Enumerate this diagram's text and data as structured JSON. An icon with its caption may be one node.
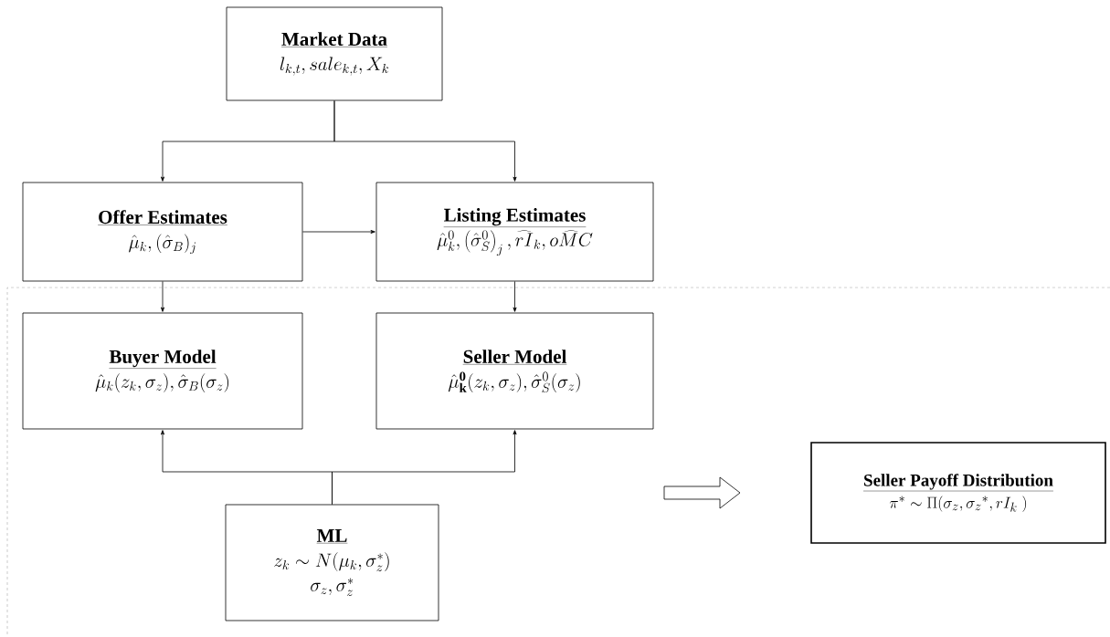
{
  "diagram": {
    "nodes": [
      {
        "text": [
          "Market Data",
          "l_{k,t}, sale_{k,t}, X_k"
        ]
      },
      {
        "text": [
          "Offer Estimates",
          "\\hat{\\mu}_k, (\\hat{\\sigma}_B)_j"
        ]
      },
      {
        "text": [
          "Listing Estimates",
          "\\hat{\\mu}_k^0, \\left(\\hat{\\sigma}_S^0\\right)_j, \\widehat{rI}_k, \\widehat{oMC}"
        ]
      },
      {
        "text": [
          "Buyer Model",
          "\\hat{\\mu}_k(z_k, \\sigma_z), \\hat{\\sigma}_B(\\sigma_z)"
        ]
      },
      {
        "text": [
          "Seller Model",
          "\\hat{\\mu}_{\\mathbf{k}}^{\\mathbf{0}}(z_k, \\sigma_z), \\hat{\\sigma}_S^0(\\sigma_z)"
        ]
      },
      {
        "text": [
          "ML",
          "z_k \\sim N(\\mu_k, \\sigma_z^*)",
          "\\sigma_z, \\sigma_z^*"
        ]
      },
      {
        "text": [
          "Seller Payoff  Distribution",
          "\\pi^* \\sim \\Pi(\\sigma_z, {\\sigma_z}^*, rI_k\\ )"
        ]
      }
    ],
    "edges": [
      {
        "from": 0,
        "to": 1,
        "arrow": "to"
      },
      {
        "from": 0,
        "to": 2,
        "arrow": "to"
      },
      {
        "from": 1,
        "to": 2,
        "arrow": "to"
      },
      {
        "from": 1,
        "to": 3,
        "arrow": "to"
      },
      {
        "from": 2,
        "to": 4,
        "arrow": "to"
      },
      {
        "from": 5,
        "to": 3,
        "arrow": "to"
      },
      {
        "from": 5,
        "to": 4,
        "arrow": "to"
      }
    ]
  }
}
